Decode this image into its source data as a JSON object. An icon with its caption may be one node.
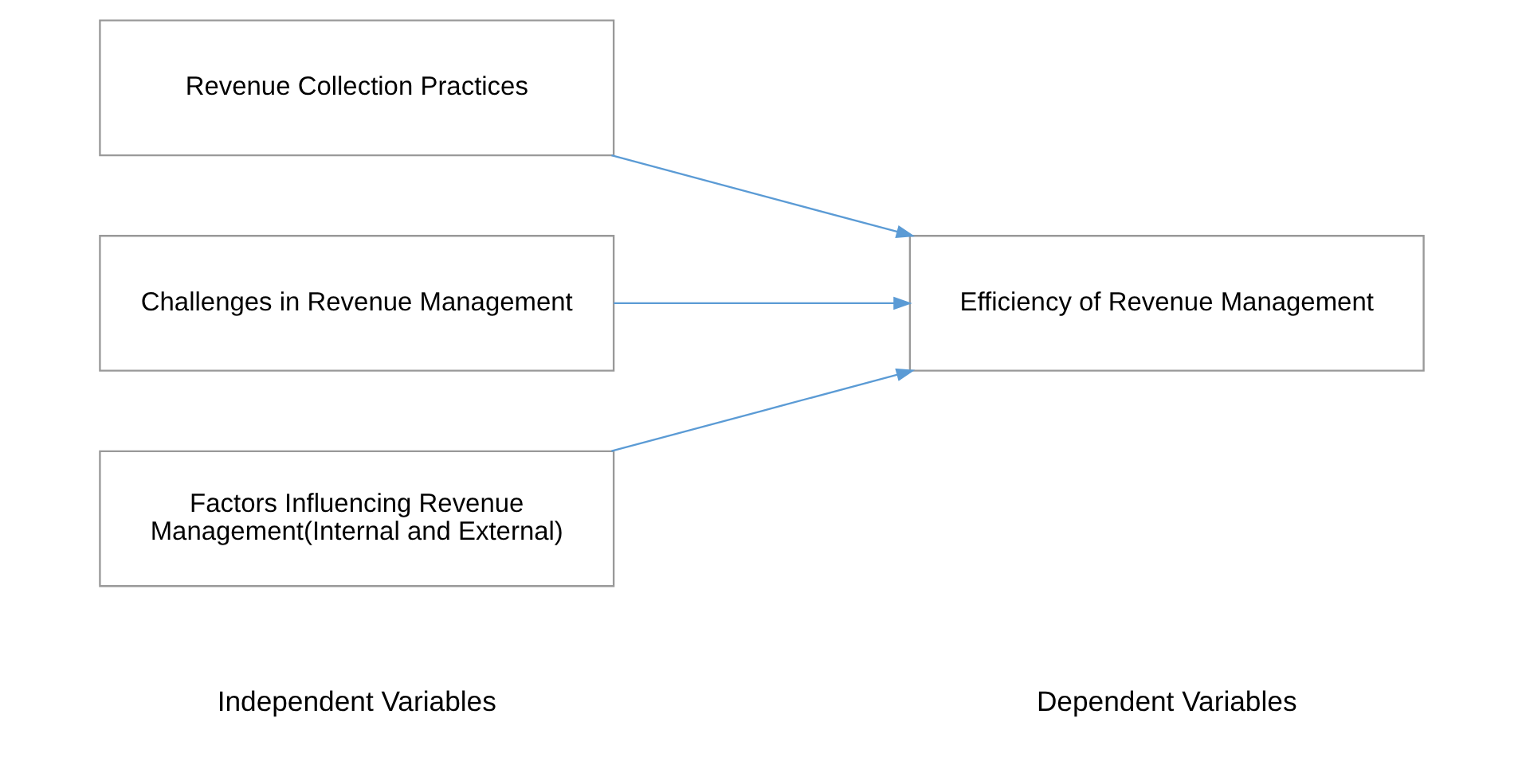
{
  "diagram": {
    "nodes": [
      {
        "text": [
          "Revenue Collection Practices"
        ]
      },
      {
        "text": [
          "Challenges in Revenue Management"
        ]
      },
      {
        "text": [
          "Factors Influencing Revenue Management(Internal and External)"
        ]
      },
      {
        "text": [
          "Efficiency of Revenue Management"
        ]
      }
    ],
    "edges": [
      {
        "from": 0,
        "to": 3,
        "arrow": "to"
      },
      {
        "from": 1,
        "to": 3,
        "arrow": "to"
      },
      {
        "from": 2,
        "to": 3,
        "arrow": "to"
      }
    ],
    "labels": [
      "Independent Variables",
      "Dependent Variables"
    ]
  }
}
